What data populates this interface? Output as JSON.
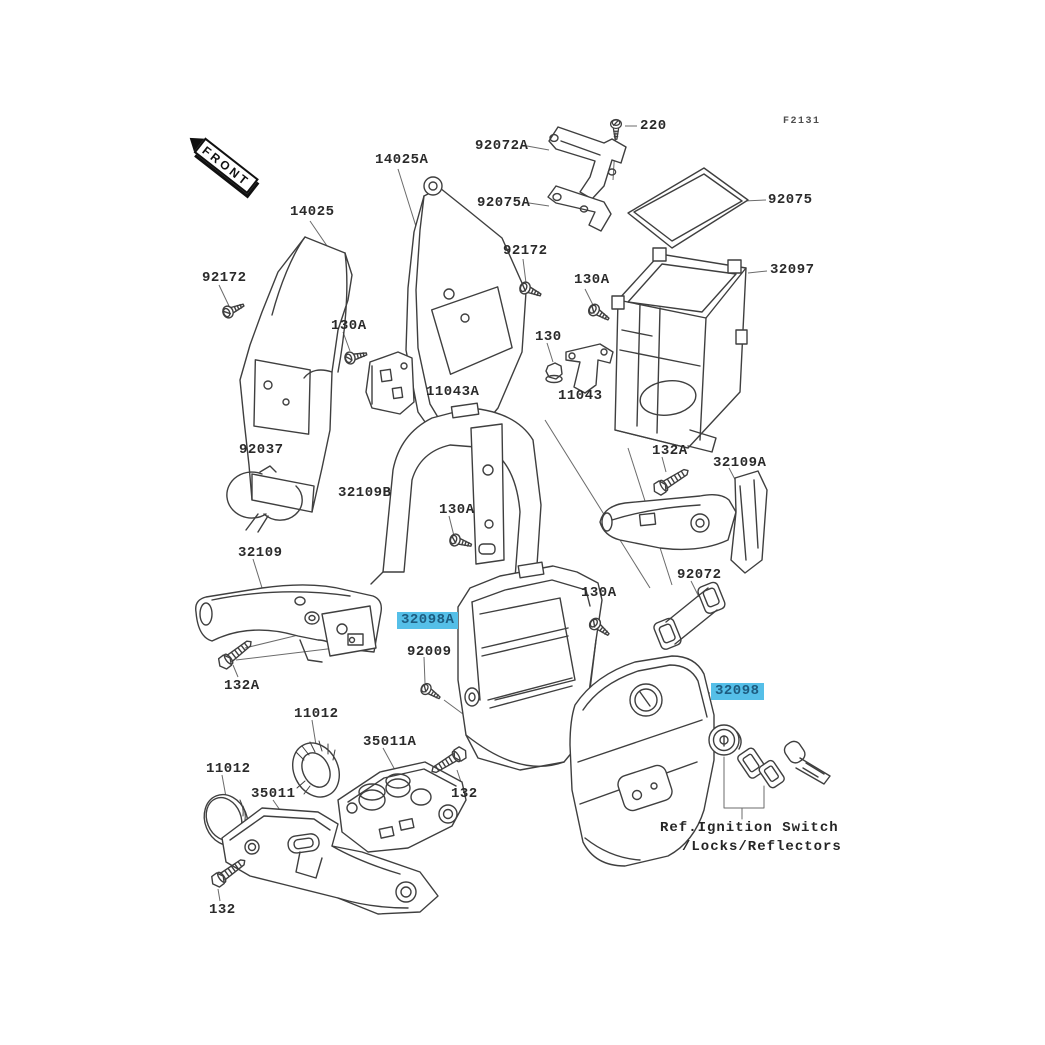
{
  "page": {
    "background": "#ffffff",
    "figure_code": "F2131"
  },
  "front_marker": {
    "label": "FRONT"
  },
  "highlight": {
    "bg": "#55bfe8",
    "text_color": "#1d5c80"
  },
  "note": {
    "line1": "Ref.Ignition Switch",
    "line2": "/Locks/Reflectors"
  },
  "labels": [
    {
      "text": "220",
      "highlighted": false
    },
    {
      "text": "F2131",
      "highlighted": false
    },
    {
      "text": "92072A",
      "highlighted": false
    },
    {
      "text": "92075A",
      "highlighted": false
    },
    {
      "text": "92075",
      "highlighted": false
    },
    {
      "text": "14025A",
      "highlighted": false
    },
    {
      "text": "14025",
      "highlighted": false
    },
    {
      "text": "92172",
      "highlighted": false
    },
    {
      "text": "92172",
      "highlighted": false
    },
    {
      "text": "32097",
      "highlighted": false
    },
    {
      "text": "130A",
      "highlighted": false
    },
    {
      "text": "130",
      "highlighted": false
    },
    {
      "text": "11043",
      "highlighted": false
    },
    {
      "text": "11043A",
      "highlighted": false
    },
    {
      "text": "130A",
      "highlighted": false
    },
    {
      "text": "92037",
      "highlighted": false
    },
    {
      "text": "32109B",
      "highlighted": false
    },
    {
      "text": "130A",
      "highlighted": false
    },
    {
      "text": "132A",
      "highlighted": false
    },
    {
      "text": "32109A",
      "highlighted": false
    },
    {
      "text": "92072",
      "highlighted": false
    },
    {
      "text": "130A",
      "highlighted": false
    },
    {
      "text": "32109",
      "highlighted": false
    },
    {
      "text": "132A",
      "highlighted": false
    },
    {
      "text": "32098A",
      "highlighted": true
    },
    {
      "text": "92009",
      "highlighted": false
    },
    {
      "text": "11012",
      "highlighted": false
    },
    {
      "text": "35011A",
      "highlighted": false
    },
    {
      "text": "11012",
      "highlighted": false
    },
    {
      "text": "35011",
      "highlighted": false
    },
    {
      "text": "132",
      "highlighted": false
    },
    {
      "text": "132",
      "highlighted": false
    },
    {
      "text": "32098",
      "highlighted": true
    }
  ]
}
